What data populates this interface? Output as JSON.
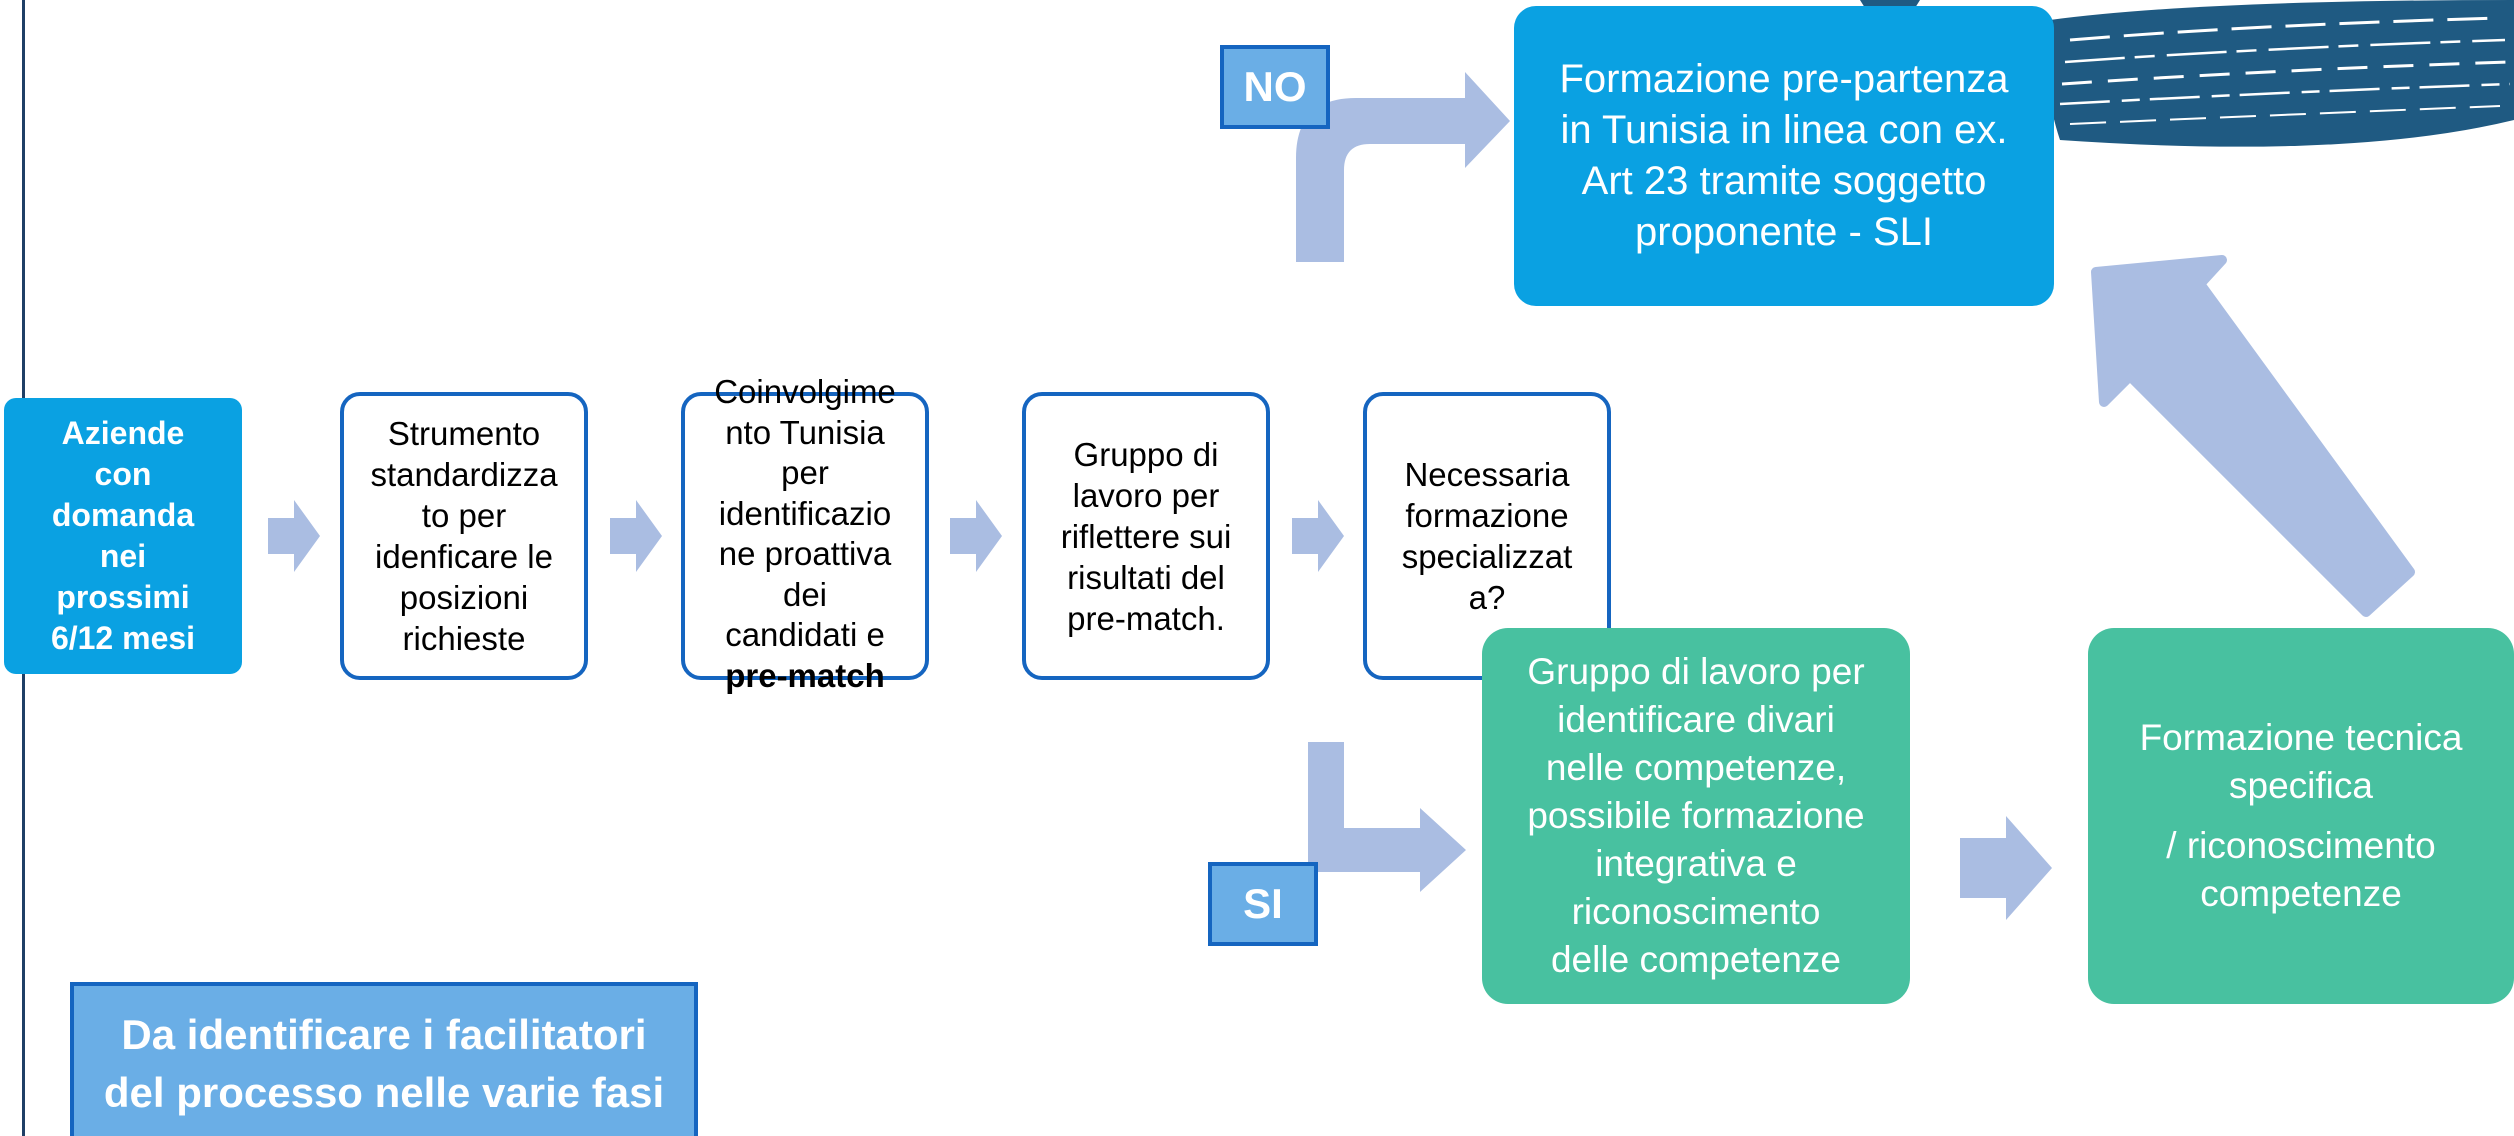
{
  "colors": {
    "outline_blue": "#1565c0",
    "bright_blue": "#0aa1e2",
    "teal": "#48c1a0",
    "arrow_lavender": "#aabde2",
    "tag_blue": "#6aaee6",
    "brush_navy": "#1f5a82"
  },
  "flow": {
    "start": [
      "Aziende",
      "con",
      "domanda",
      "nei",
      "prossimi",
      "6/12 mesi"
    ],
    "step1": [
      "Strumento",
      "standardizza",
      "to per",
      "idenficare le",
      "posizioni",
      "richieste"
    ],
    "step2": {
      "lines": [
        "Coinvolgime",
        "nto Tunisia",
        "per",
        "identificazio",
        "ne proattiva",
        "dei",
        "candidati e"
      ],
      "bold": "pre-match"
    },
    "step3": [
      "Gruppo di",
      "lavoro per",
      "riflettere sui",
      "risultati del",
      "pre-match."
    ],
    "decision": [
      "Necessaria",
      "formazione",
      "specializzat",
      "a?"
    ]
  },
  "no_branch": {
    "tag": "NO",
    "box": [
      "Formazione pre-partenza",
      "in Tunisia in linea con ex.",
      "Art 23 tramite soggetto",
      "proponente - SLI"
    ]
  },
  "si_branch": {
    "tag": "SI",
    "gap_box": [
      "Gruppo di lavoro per",
      "identificare divari",
      "nelle competenze,",
      "possibile formazione",
      "integrativa e",
      "riconoscimento",
      "delle competenze"
    ],
    "tech_box": {
      "line1": "Formazione tecnica",
      "line2": "specifica",
      "line3": "/ riconoscimento",
      "line4": "competenze"
    }
  },
  "note": [
    "Da identificare i facilitatori",
    "del processo nelle varie fasi"
  ]
}
